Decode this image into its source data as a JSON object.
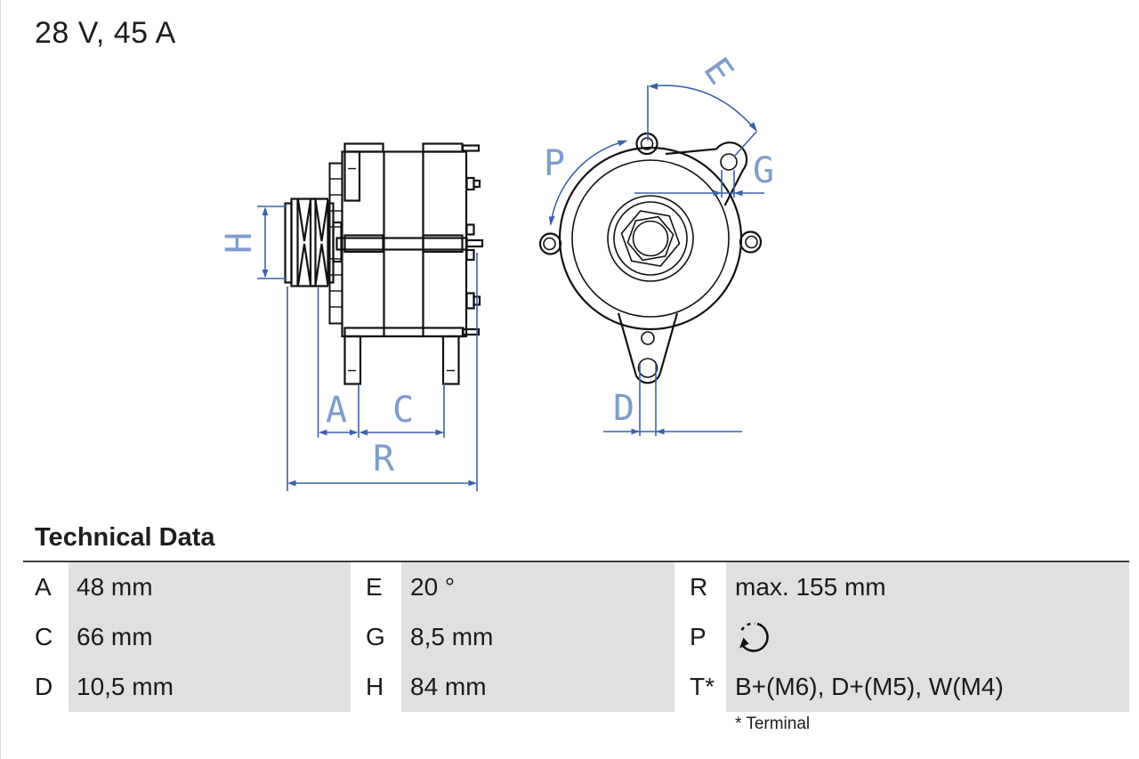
{
  "title": "28 V, 45 A",
  "diagram": {
    "labels": {
      "H": "H",
      "A": "A",
      "C": "C",
      "R": "R",
      "E": "E",
      "P": "P",
      "G": "G",
      "D": "D"
    }
  },
  "table": {
    "heading": "Technical Data",
    "rows": [
      [
        {
          "k": "A",
          "v": "48 mm"
        },
        {
          "k": "E",
          "v": "20 °"
        },
        {
          "k": "R",
          "v": "max. 155 mm"
        }
      ],
      [
        {
          "k": "C",
          "v": "66 mm"
        },
        {
          "k": "G",
          "v": "8,5 mm"
        },
        {
          "k": "P",
          "v": ""
        }
      ],
      [
        {
          "k": "D",
          "v": "10,5 mm"
        },
        {
          "k": "H",
          "v": "84 mm"
        },
        {
          "k": "T*",
          "v": "B+(M6), D+(M5), W(M4)"
        }
      ]
    ],
    "footnote": "* Terminal"
  },
  "icons": {
    "rotation": "rotation-ccw-icon"
  },
  "colors": {
    "dimension_blue": "#3b61ad",
    "label_blue": "#7f9ccd",
    "drawing_black": "#111111",
    "table_gray": "#e0e0e1",
    "rule_gray": "#404040"
  }
}
